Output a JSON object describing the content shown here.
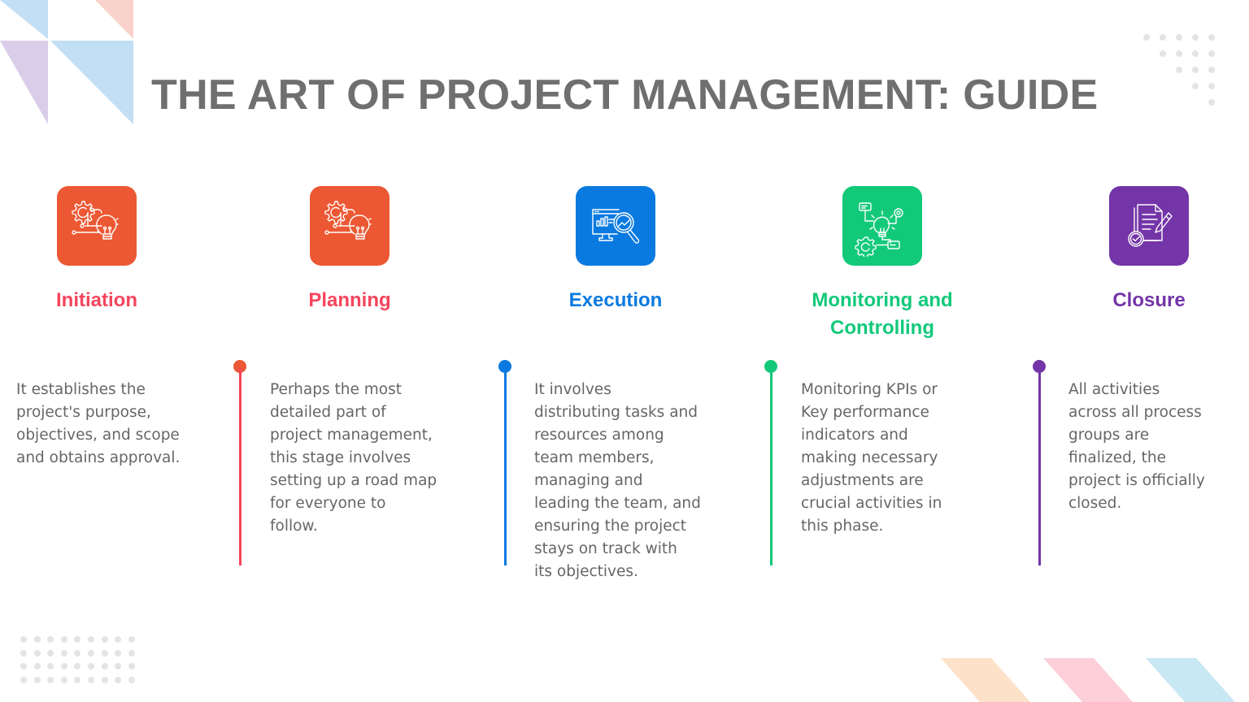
{
  "title": "THE ART OF PROJECT MANAGEMENT: GUIDE",
  "colors": {
    "title": "#6f6f6f",
    "body_text": "#666666",
    "orange": "#ec5833",
    "red_label": "#f5455c",
    "blue": "#0a7ae0",
    "green": "#12c97a",
    "purple": "#7435a8"
  },
  "stages": [
    {
      "name": "Initiation",
      "icon": "gear-lightbulb-icon",
      "icon_bg": "#ec5833",
      "label_color": "#f5455c",
      "description": " It establishes the\nproject's purpose,\nobjectives, and scope\nand obtains approval."
    },
    {
      "name": "Planning",
      "icon": "gear-lightbulb-icon",
      "icon_bg": "#ec5833",
      "label_color": "#f5455c",
      "description": "Perhaps the most\ndetailed part of\nproject management,\nthis stage involves\nsetting up a road map\nfor everyone to\nfollow."
    },
    {
      "name": "Execution",
      "icon": "monitor-analytics-magnifier-icon",
      "icon_bg": "#0a7ae0",
      "label_color": "#0a7ae0",
      "description": "It involves\ndistributing tasks and\nresources among\nteam members,\nmanaging and\nleading the team, and\nensuring the project\nstays on track with\nits objectives."
    },
    {
      "name": "Monitoring and\nControlling",
      "icon": "lightbulb-network-gear-icon",
      "icon_bg": "#12c97a",
      "label_color": "#12c97a",
      "description": "Monitoring KPIs or\nKey performance\nindicators and\nmaking necessary\nadjustments are\ncrucial activities in\nthis phase."
    },
    {
      "name": "Closure",
      "icon": "document-check-pencil-icon",
      "icon_bg": "#7435a8",
      "label_color": "#7435a8",
      "description": "All activities\nacross all process\ngroups are\nfinalized, the\nproject is officially\nclosed."
    }
  ],
  "timelines": [
    {
      "knob_color": "#ec5833",
      "line_color": "#f5455c"
    },
    {
      "knob_color": "#0a7ae0",
      "line_color": "#0a7ae0"
    },
    {
      "knob_color": "#12c97a",
      "line_color": "#12c97a"
    },
    {
      "knob_color": "#7435a8",
      "line_color": "#7435a8"
    }
  ]
}
